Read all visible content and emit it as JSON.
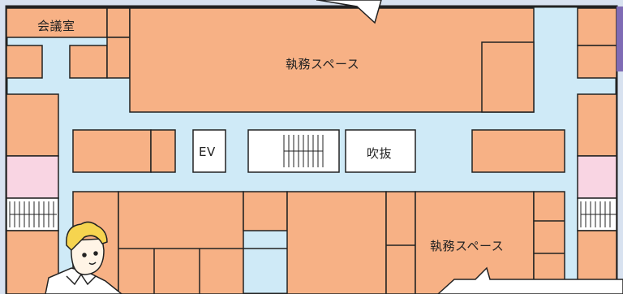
{
  "floor_plan": {
    "labels": {
      "meeting_room": "会議室",
      "office_top": "執務スペース",
      "elevator": "EV",
      "atrium": "吹抜",
      "office_bottom": "執務スペース"
    },
    "colors": {
      "room": "#f7b185",
      "corridor": "#cfeaf7",
      "wall": "#222222",
      "white_room": "#ffffff",
      "pink_area": "#f9d5e3",
      "purple_accent": "#7f6bb5",
      "outside": "#d8e2f0"
    }
  }
}
